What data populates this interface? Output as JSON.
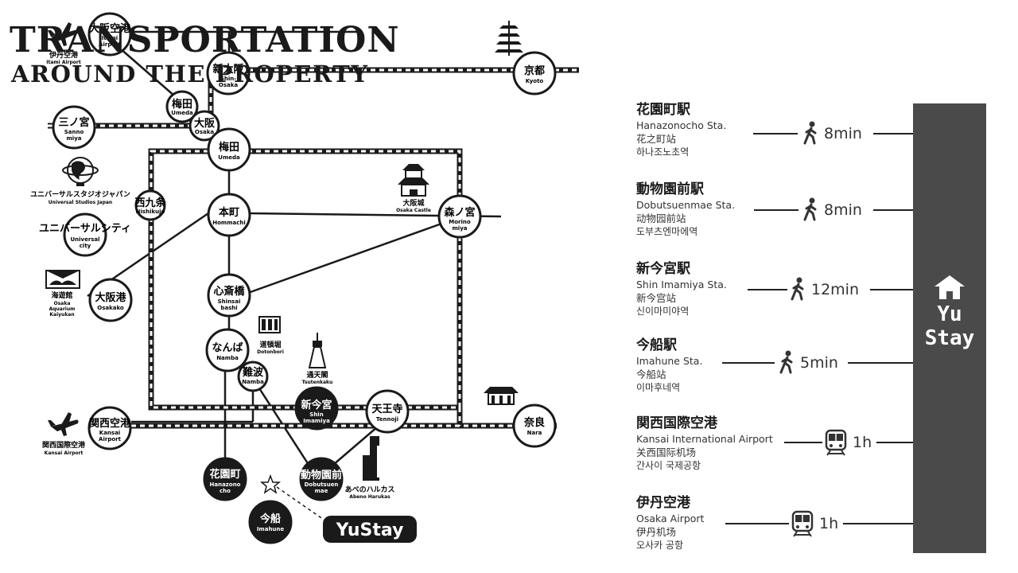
{
  "header": {
    "title": "TRANSPORTATION",
    "subtitle": "AROUND THE PROPERTY"
  },
  "routes": [
    {
      "name_ja": "花園町駅",
      "name_en": "Hanazonocho Sta.",
      "name_zh": "花之町站",
      "name_ko": "하나조노초역",
      "mode": "walk",
      "time": "8min"
    },
    {
      "name_ja": "動物園前駅",
      "name_en": "Dobutsuenmae Sta.",
      "name_zh": "动物园前站",
      "name_ko": "도부츠엔마에역",
      "mode": "walk",
      "time": "8min"
    },
    {
      "name_ja": "新今宮駅",
      "name_en": "Shin Imamiya Sta.",
      "name_zh": "新今宫站",
      "name_ko": "신이마미야역",
      "mode": "walk",
      "time": "12min"
    },
    {
      "name_ja": "今船駅",
      "name_en": "Imahune Sta.",
      "name_zh": "今船站",
      "name_ko": "이마후네역",
      "mode": "walk",
      "time": "5min"
    },
    {
      "name_ja": "関西国際空港",
      "name_en": "Kansai International Airport",
      "name_zh": "关西国际机场",
      "name_ko": "간사이 국제공항",
      "mode": "train",
      "time": "1h"
    },
    {
      "name_ja": "伊丹空港",
      "name_en": "Osaka Airport",
      "name_zh": "伊丹机场",
      "name_ko": "오사카 공항",
      "mode": "train",
      "time": "1h"
    }
  ],
  "property": {
    "name_line1": "Yu",
    "name_line2": "Stay",
    "map_label": "YuStay",
    "icon": "house-icon"
  },
  "map": {
    "stations": {
      "itami": {
        "ja": "大阪空港",
        "en1": "Itami",
        "en2": "Airport"
      },
      "shin_osaka": {
        "ja": "新大阪",
        "en1": "Shin-",
        "en2": "Osaka"
      },
      "kyoto": {
        "ja": "京都",
        "en1": "Kyoto"
      },
      "umeda_small": {
        "ja": "梅田",
        "en1": "Umeda"
      },
      "osaka_small": {
        "ja": "大阪",
        "en1": "Osaka"
      },
      "sannomiya": {
        "ja": "三ノ宮",
        "en1": "Sanno",
        "en2": "miya"
      },
      "umeda": {
        "ja": "梅田",
        "en1": "Umeda"
      },
      "nishikujo": {
        "ja": "西九条",
        "en1": "Nishikujo"
      },
      "usj_city": {
        "ja": "ユニバーサルシティ",
        "en1": "Universal",
        "en2": "city"
      },
      "hommachi": {
        "ja": "本町",
        "en1": "Hommachi"
      },
      "morinomiya": {
        "ja": "森ノ宮",
        "en1": "Morino",
        "en2": "miya"
      },
      "osakako": {
        "ja": "大阪港",
        "en1": "Osakako"
      },
      "shinsaibashi": {
        "ja": "心斎橋",
        "en1": "Shinsai",
        "en2": "bashi"
      },
      "namba": {
        "ja": "なんば",
        "en1": "Namba"
      },
      "namba_small": {
        "ja": "難波",
        "en1": "Namba"
      },
      "shin_imamiya": {
        "ja": "新今宮",
        "en1": "Shin",
        "en2": "Imamiya"
      },
      "tennoji": {
        "ja": "天王寺",
        "en1": "Tennoji"
      },
      "kansai_airport": {
        "ja": "関西空港",
        "en1": "Kansai",
        "en2": "Airport"
      },
      "nara": {
        "ja": "奈良",
        "en1": "Nara"
      },
      "hanazonocho": {
        "ja": "花園町",
        "en1": "Hanazono",
        "en2": "cho"
      },
      "dobutsuen": {
        "ja": "動物園前",
        "en1": "Dobutsuen",
        "en2": "mae"
      },
      "imahune": {
        "ja": "今船",
        "en1": "Imahune"
      }
    },
    "landmarks": {
      "itami_airport": {
        "ja": "伊丹空港",
        "en": "Itami Airport",
        "icon": "airplane-icon"
      },
      "kansai_airport": {
        "ja": "関西国際空港",
        "en": "Kansai Airport",
        "icon": "airplane-icon"
      },
      "usj": {
        "ja": "ユニバーサルスタジオジャパン",
        "en": "Universal Studios Japan",
        "icon": "globe-icon"
      },
      "aquarium": {
        "ja": "海遊館",
        "en1": "Osaka",
        "en2": "Aquarium",
        "en3": "Kaiyukan",
        "icon": "aquarium-icon"
      },
      "osaka_castle": {
        "ja": "大阪城",
        "en": "Osaka Castle",
        "icon": "castle-icon"
      },
      "dotonbori": {
        "ja": "道頓堀",
        "en": "Dotonbori",
        "icon": "dotonbori-icon"
      },
      "tsutenkaku": {
        "ja": "通天閣",
        "en": "Tsutenkaku",
        "icon": "tower-icon"
      },
      "abeno_harukas": {
        "ja": "あべのハルカス",
        "en": "Abeno Harukas",
        "icon": "skyscraper-icon"
      },
      "kyoto_pagoda": {
        "icon": "pagoda-icon"
      },
      "nara_temple": {
        "icon": "temple-icon"
      }
    }
  },
  "colors": {
    "ink": "#1a1a1a",
    "station_fill": "#ffffff",
    "station_dark": "#1a1a1a",
    "bar": "#4a4a4a",
    "background": "#ffffff"
  }
}
